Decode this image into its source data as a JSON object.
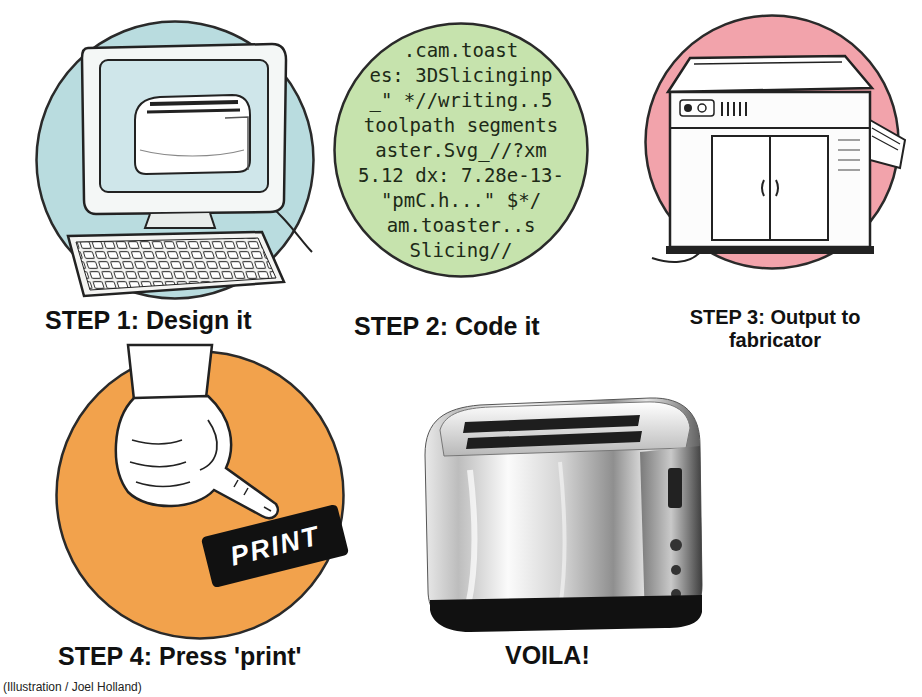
{
  "diagram": {
    "caption": "(Illustration / Joel Holland)",
    "nodes": [
      {
        "text": [
          "STEP 1: Design it"
        ]
      },
      {
        "text": [
          ".cam.toast",
          "es: 3DSlicinginp",
          "_\" *//writing..5",
          "toolpath segments",
          "aster.Svg_//?xm",
          "5.12 dx: 7.28e-13-",
          "\"pmC.h...\" $*/",
          "am.toaster..s",
          "Slicing//",
          "STEP 2: Code it"
        ]
      },
      {
        "text": [
          "STEP 3: Output to fabricator"
        ]
      },
      {
        "text": [
          "STEP 4: Press 'print'"
        ]
      },
      {
        "text": [
          "PRINT"
        ],
        "in": 3
      }
    ],
    "labels": [
      "VOILA!"
    ]
  }
}
